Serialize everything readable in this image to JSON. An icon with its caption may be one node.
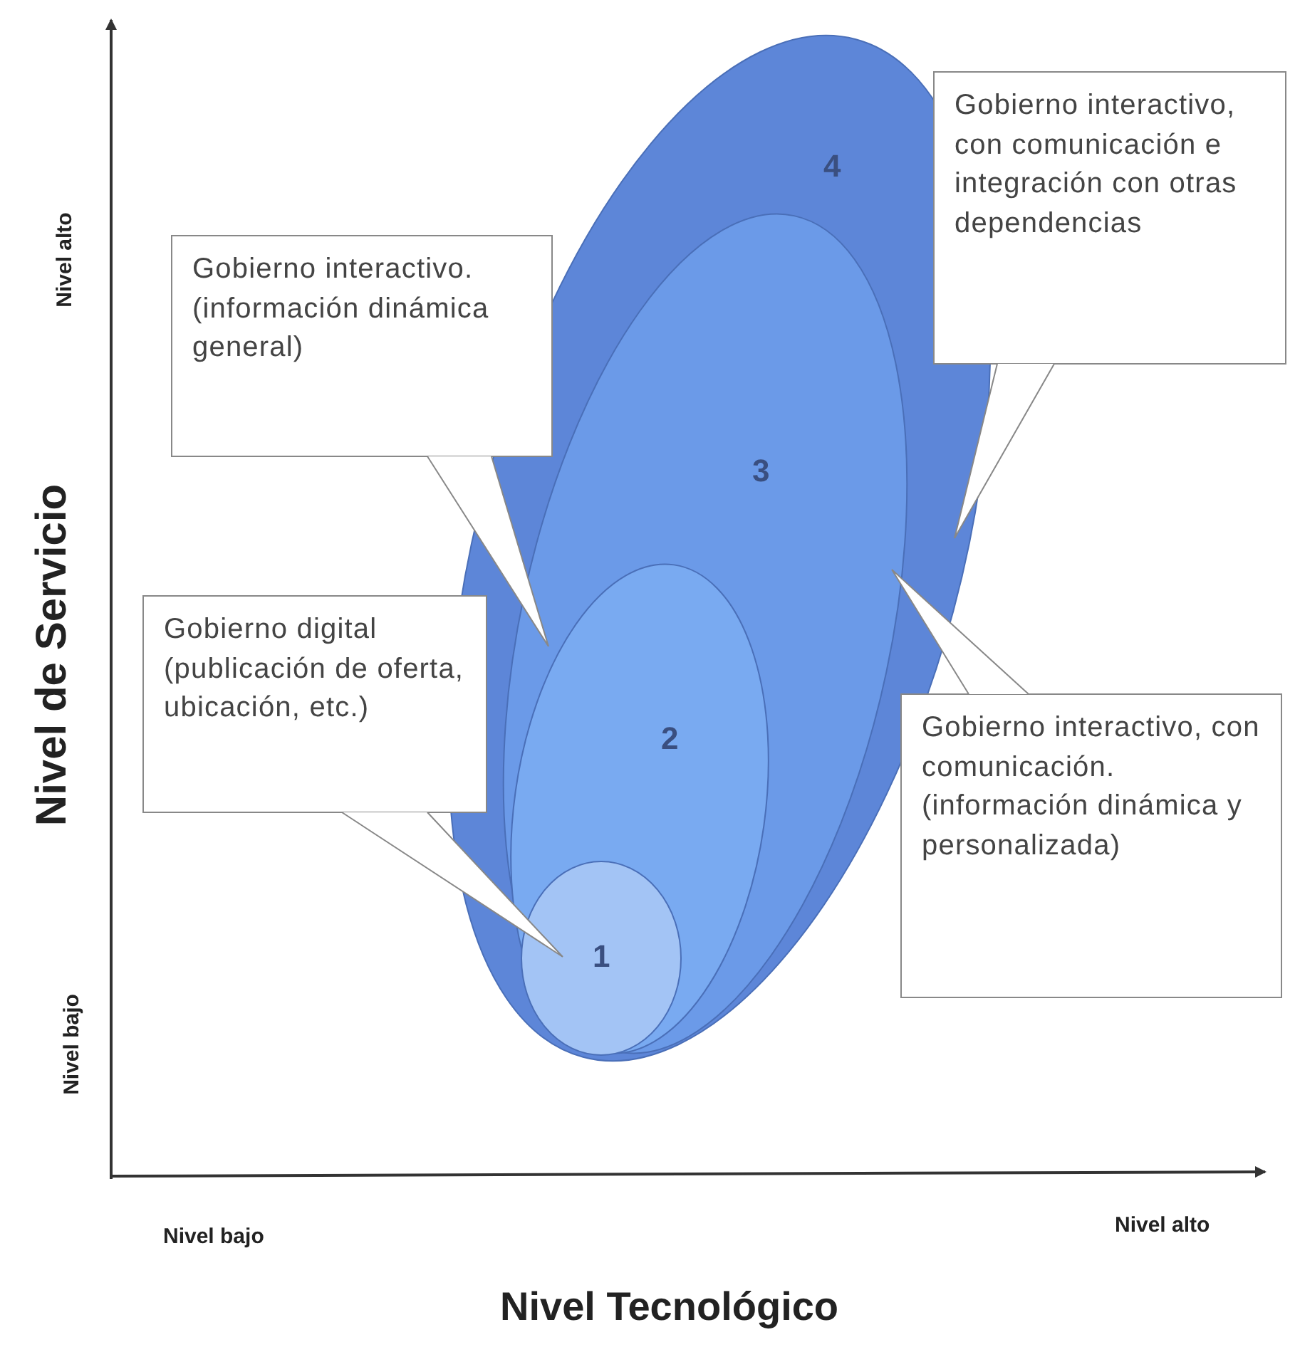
{
  "diagram": {
    "nodes": [
      {
        "text": [
          "4"
        ]
      },
      {
        "text": [
          "3"
        ],
        "in": 0
      },
      {
        "text": [
          "2"
        ],
        "in": 1
      },
      {
        "text": [
          "1"
        ],
        "in": 2
      },
      {
        "text": [
          "Gobierno interactivo, con comunicación e integración con otras dependencias"
        ]
      },
      {
        "text": [
          "Gobierno interactivo. (información dinámica general)"
        ]
      },
      {
        "text": [
          "Gobierno digital (publicación de oferta, ubicación, etc.)"
        ]
      },
      {
        "text": [
          "Gobierno interactivo, con comunicación. (información dinámica y personalizada)"
        ]
      }
    ],
    "edges": [
      {
        "from": 4,
        "to": 0,
        "arrow": "none"
      },
      {
        "from": 5,
        "to": 2,
        "arrow": "none"
      },
      {
        "from": 6,
        "to": 3,
        "arrow": "none"
      },
      {
        "from": 7,
        "to": 1,
        "arrow": "none"
      }
    ],
    "labels": [
      "Nivel alto",
      "Nivel de Servicio",
      "Nivel bajo",
      "Nivel bajo",
      "Nivel alto",
      "Nivel Tecnológico"
    ]
  }
}
